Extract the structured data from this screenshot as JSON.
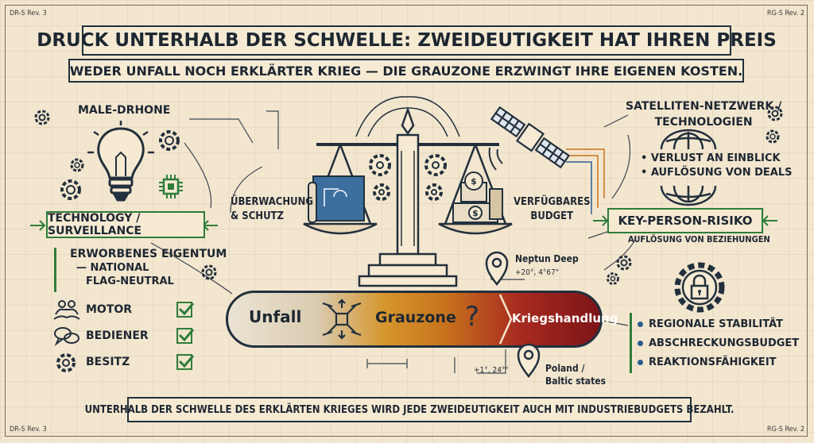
{
  "corners": {
    "tl": "DR-S Rev. 3",
    "tr": "RG-S Rev. 2",
    "bl": "DR-S Rev. 3",
    "br": "RG-S Rev. 2"
  },
  "title": "DRUCK UNTERHALB DER SCHWELLE: ZWEIDEUTIGKEIT HAT IHREN PREIS",
  "subtitle": "WEDER UNFALL NOCH ERKLÄRTER KRIEG — DIE GRAUZONE ERZWINGT IHRE EIGENEN KOSTEN.",
  "left": {
    "male_label": "MALE-DRHONE",
    "tech_box": "TECHNOLOGY / SURVEILLANCE",
    "property_title": "ERWORBENES EIGENTUM",
    "property_line1": "— NATIONAL",
    "property_line2": "FLAG-NEUTRAL",
    "items": [
      {
        "label": "MOTOR"
      },
      {
        "label": "BEDIENER"
      },
      {
        "label": "BESITZ"
      }
    ]
  },
  "scale": {
    "left_label_1": "ÜBERWACHUNG",
    "left_label_2": "& SCHUTZ",
    "right_label_1": "VERFÜGBARES",
    "right_label_2": "BUDGET"
  },
  "right": {
    "sat_title_1": "SATELLITEN-NETZWERK /",
    "sat_title_2": "TECHNOLOGIEN",
    "sat_items": [
      "VERLUST AN EINBLICK",
      "AUFLÖSUNG VON DEALS"
    ],
    "key_box": "KEY-PERSON-RISIKO",
    "key_sub": "AUFLÖSUNG VON BEZIEHUNGEN",
    "stability_items": [
      "REGIONALE STABILITÄT",
      "ABSCHRECKUNGSBUDGET",
      "REAKTIONSFÄHIGKEIT"
    ]
  },
  "spectrum": {
    "unfall": "Unfall",
    "grau": "Grauzone",
    "question": "?",
    "krieg": "Kriegshandlung"
  },
  "pins": {
    "top_name": "Neptun Deep",
    "top_coord": "+20°, 4°67\"",
    "bottom_coord": "+1°, 24°\"",
    "bottom_name_1": "Poland /",
    "bottom_name_2": "Baltic states"
  },
  "footer": "UNTERHALB DER SCHWELLE DES ERKLÄRTEN KRIEGES WIRD JEDE ZWEIDEUTIGKEIT AUCH MIT INDUSTRIEBUDGETS BEZAHLT.",
  "colors": {
    "ink": "#22303d",
    "green": "#2e7d3a",
    "blue": "#2b5d8c",
    "red": "#a82b1f",
    "orange": "#d6962d"
  }
}
